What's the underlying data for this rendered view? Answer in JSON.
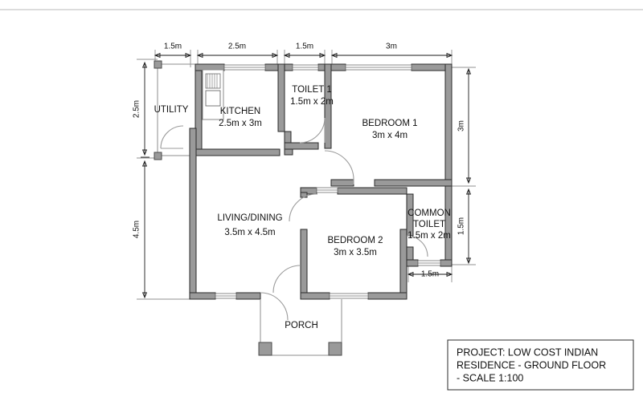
{
  "document": {
    "type": "architectural-floor-plan",
    "background_color": "#ffffff",
    "wall_fill_color": "#9a9a9a",
    "wall_stroke_color": "#2b2b2b",
    "line_color": "#1a1a1a"
  },
  "title_block": {
    "line1": "PROJECT: LOW COST INDIAN",
    "line2": "RESIDENCE - GROUND FLOOR",
    "line3": " - SCALE 1:100"
  },
  "rooms": [
    {
      "id": "utility",
      "name": "UTILITY",
      "dims": ""
    },
    {
      "id": "kitchen",
      "name": "KITCHEN",
      "dims": "2.5m x 3m"
    },
    {
      "id": "toilet1",
      "name": "TOILET 1",
      "dims": "1.5m x 2m"
    },
    {
      "id": "bedroom1",
      "name": "BEDROOM 1",
      "dims": "3m x 4m"
    },
    {
      "id": "living",
      "name": "LIVING/DINING",
      "dims": "3.5m x 4.5m"
    },
    {
      "id": "bedroom2",
      "name": "BEDROOM 2",
      "dims": "3m x 3.5m"
    },
    {
      "id": "commontoilet",
      "name_line1": "COMMON",
      "name_line2": "TOILET",
      "dims": "1.5m x 2m"
    },
    {
      "id": "porch",
      "name": "PORCH",
      "dims": ""
    }
  ],
  "dimensions": {
    "top": [
      {
        "label": "1.5m"
      },
      {
        "label": "2.5m"
      },
      {
        "label": "1.5m"
      },
      {
        "label": "3m"
      }
    ],
    "left": [
      {
        "label": "2.5m"
      },
      {
        "label": "4.5m"
      }
    ],
    "right": [
      {
        "label": "3m"
      },
      {
        "label": "1.5m"
      }
    ],
    "bottom_right": [
      {
        "label": "1.5m"
      }
    ]
  },
  "fixtures": [
    {
      "id": "kitchen-sink",
      "name": "kitchen-sink-counter"
    }
  ]
}
